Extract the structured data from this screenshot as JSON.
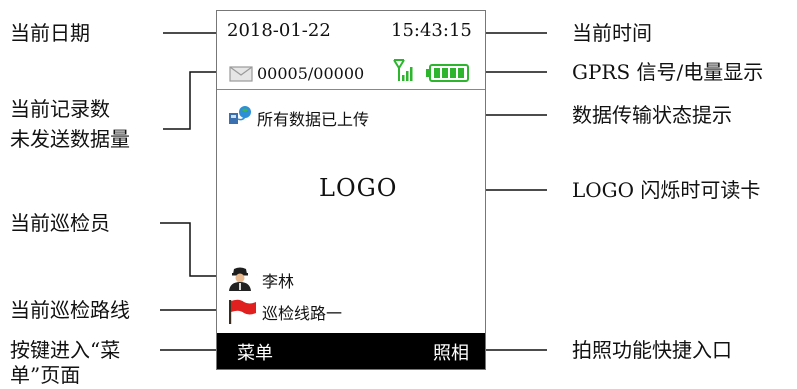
{
  "device": {
    "date": "2018-01-22",
    "time": "15:43:15",
    "records": "00005/00000",
    "status_text": "所有数据已上传",
    "logo": "LOGO",
    "inspector": "李林",
    "route": "巡检线路一",
    "menu_label": "菜单",
    "photo_label": "照相",
    "colors": {
      "signal": "#2db52d",
      "battery": "#2db52d",
      "flag": "#e01f1f",
      "bar": "#000000"
    },
    "icons": [
      "envelope-icon",
      "signal-icon",
      "battery-icon",
      "data-upload-icon",
      "inspector-avatar-icon",
      "flag-icon"
    ]
  },
  "labels": {
    "left": {
      "current_date": "当前日期",
      "records_line1": "当前记录数",
      "records_line2": "未发送数据量",
      "inspector": "当前巡检员",
      "route": "当前巡检路线",
      "menu_line1": "按键进入“菜",
      "menu_line2": "单”页面"
    },
    "right": {
      "current_time": "当前时间",
      "gprs": "GPRS 信号/电量显示",
      "transfer": "数据传输状态提示",
      "logo": "LOGO 闪烁时可读卡",
      "photo": "拍照功能快捷入口"
    }
  }
}
